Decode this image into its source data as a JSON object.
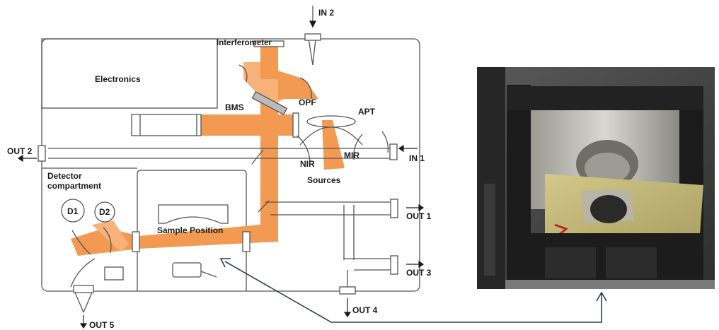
{
  "labels": {
    "in2": "IN 2",
    "interferometer": "Interferometer",
    "electronics": "Electronics",
    "bms": "BMS",
    "opf": "OPF",
    "apt": "APT",
    "out2": "OUT 2",
    "in1": "IN 1",
    "nir": "NIR",
    "mir": "MIR",
    "sources": "Sources",
    "detector_line1": "Detector",
    "detector_line2": "compartment",
    "d1": "D1",
    "d2": "D2",
    "sample_position": "Sample Position",
    "out1": "OUT 1",
    "out3": "OUT 3",
    "out4": "OUT 4",
    "out5": "OUT 5"
  },
  "colors": {
    "beam": "#f29a52",
    "beam_light": "#f7b27a",
    "frame": "#555555",
    "arrow_connector": "#2b3f5c",
    "photo_bg": "#4a4a4a",
    "sample_yellow": "#c8bb78"
  }
}
